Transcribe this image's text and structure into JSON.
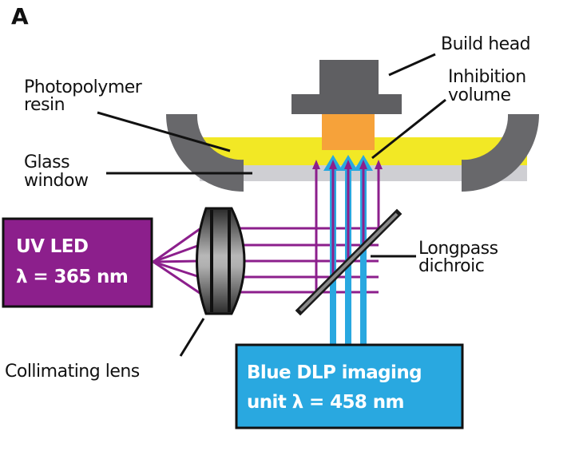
{
  "panel_label": "A",
  "labels": {
    "build_head": "Build head",
    "inhibition_line1": "Inhibition",
    "inhibition_line2": "volume",
    "resin_line1": "Photopolymer",
    "resin_line2": "resin",
    "glass_line1": "Glass",
    "glass_line2": "window",
    "dichroic_line1": "Longpass",
    "dichroic_line2": "dichroic",
    "lens": "Collimating lens"
  },
  "uv_led": {
    "line1": "UV LED",
    "line2": "λ = 365 nm"
  },
  "dlp_unit": {
    "line1": "Blue DLP imaging",
    "line2": "unit λ = 458 nm"
  },
  "colors": {
    "uv": "#8c1f8c",
    "blue": "#29a8e0",
    "resin": "#f2e825",
    "glass": "#cfcfd3",
    "part": "#f6a23a",
    "hardware": "#68686b"
  }
}
